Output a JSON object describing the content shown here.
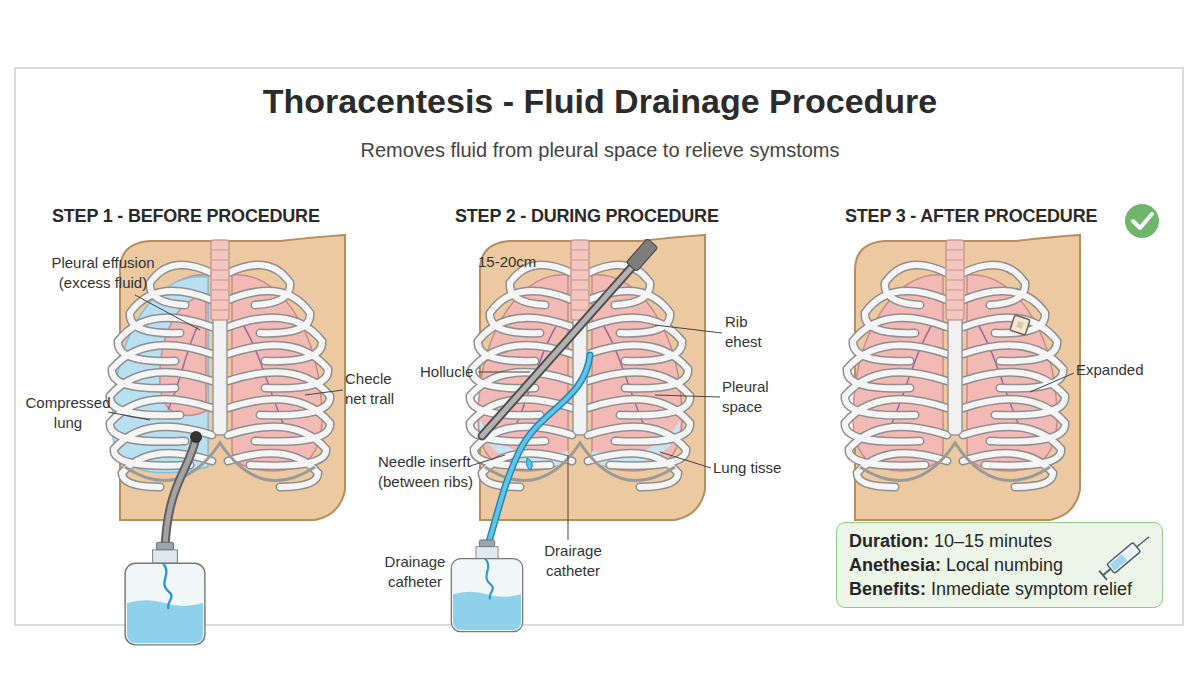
{
  "diagram": {
    "title": "Thoracentesis - Fluid Drainage Procedure",
    "nodes": [
      {
        "text": [
          "Duration:",
          "10–15 minutes",
          "Anethesia:",
          "Local numbing",
          "Benefits:",
          "Inmediate symptom relief"
        ]
      }
    ],
    "labels": [
      "Removes fluid from pleural space to relieve symstoms",
      "STEP 1 - BEFORE PROCEDURE",
      "STEP 2 - DURING PROCEDURE",
      "STEP 3 - AFTER PROCEDURE",
      "Pleural effusion (excess fluid)",
      "Compressed lung",
      "Checle net trall",
      "15-20cm",
      "Rib ehest",
      "Hollucle",
      "Pleural space",
      "Needle inserft (between ribs)",
      "Lung tisse",
      "Drainage cafheter",
      "Drairage catheter",
      "Expanded"
    ]
  }
}
